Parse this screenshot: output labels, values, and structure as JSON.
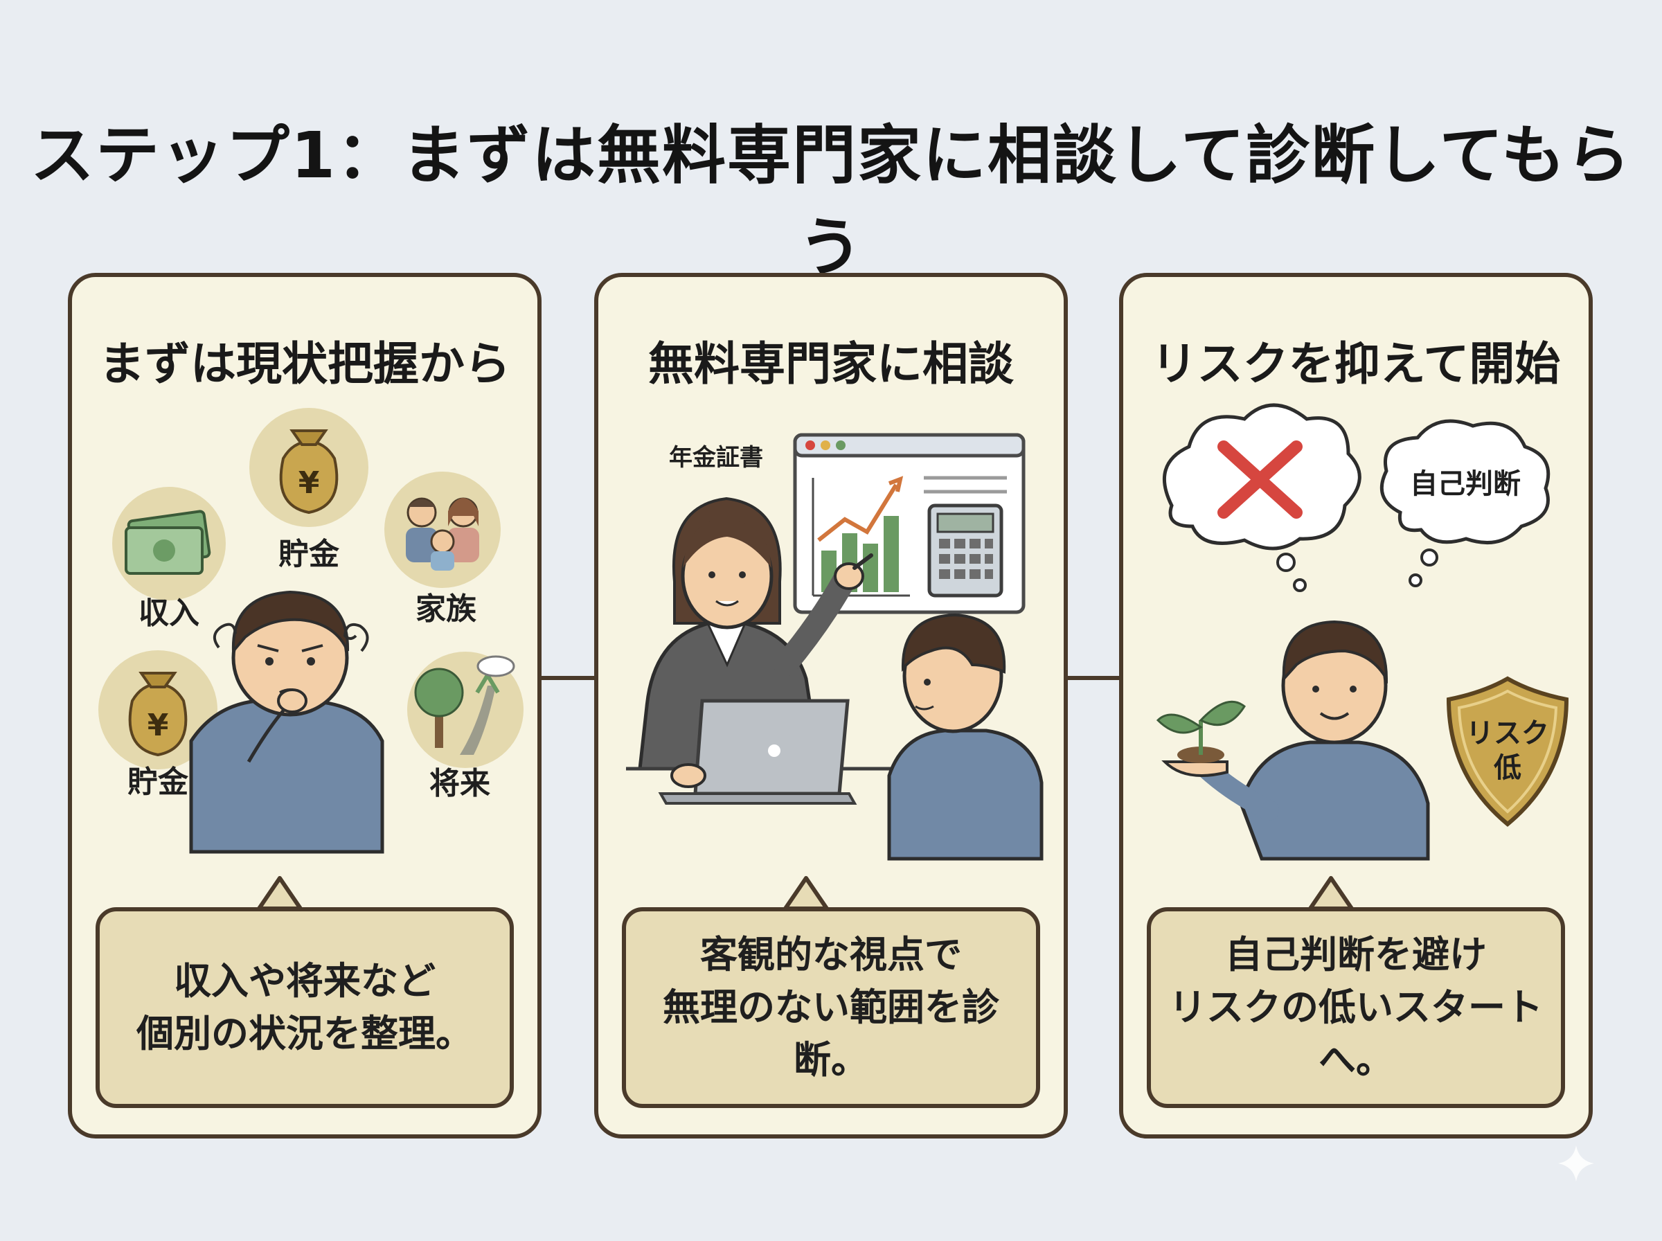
{
  "title": "ステップ1：まずは無料専門家に相談して診断してもらう",
  "panels": [
    {
      "heading": "まずは現状把握から",
      "labels": {
        "income": "収入",
        "savings_top": "貯金",
        "family": "家族",
        "savings_left": "貯金",
        "future": "将来"
      },
      "caption": [
        "収入や将来など",
        "個別の状況を整理。"
      ]
    },
    {
      "heading": "無料専門家に相談",
      "labels": {
        "pension": "年金証書"
      },
      "caption": [
        "客観的な視点で",
        "無理のない範囲を診断。"
      ]
    },
    {
      "heading": "リスクを抑えて開始",
      "labels": {
        "self_judgment": "自己判断",
        "risk_low_1": "リスク",
        "risk_low_2": "低"
      },
      "caption": [
        "自己判断を避け",
        "リスクの低いスタートへ。"
      ]
    }
  ],
  "icons": {
    "yen_symbol": "¥"
  },
  "colors": {
    "background": "#e9edf2",
    "panel": "#f7f4e2",
    "caption": "#e7dcb6",
    "border": "#4a3a2a",
    "shirt": "#7189a6",
    "gold": "#c9a64f",
    "chart_green": "#6a9a62",
    "chart_orange": "#d2763c",
    "cross_red": "#d6463f"
  }
}
